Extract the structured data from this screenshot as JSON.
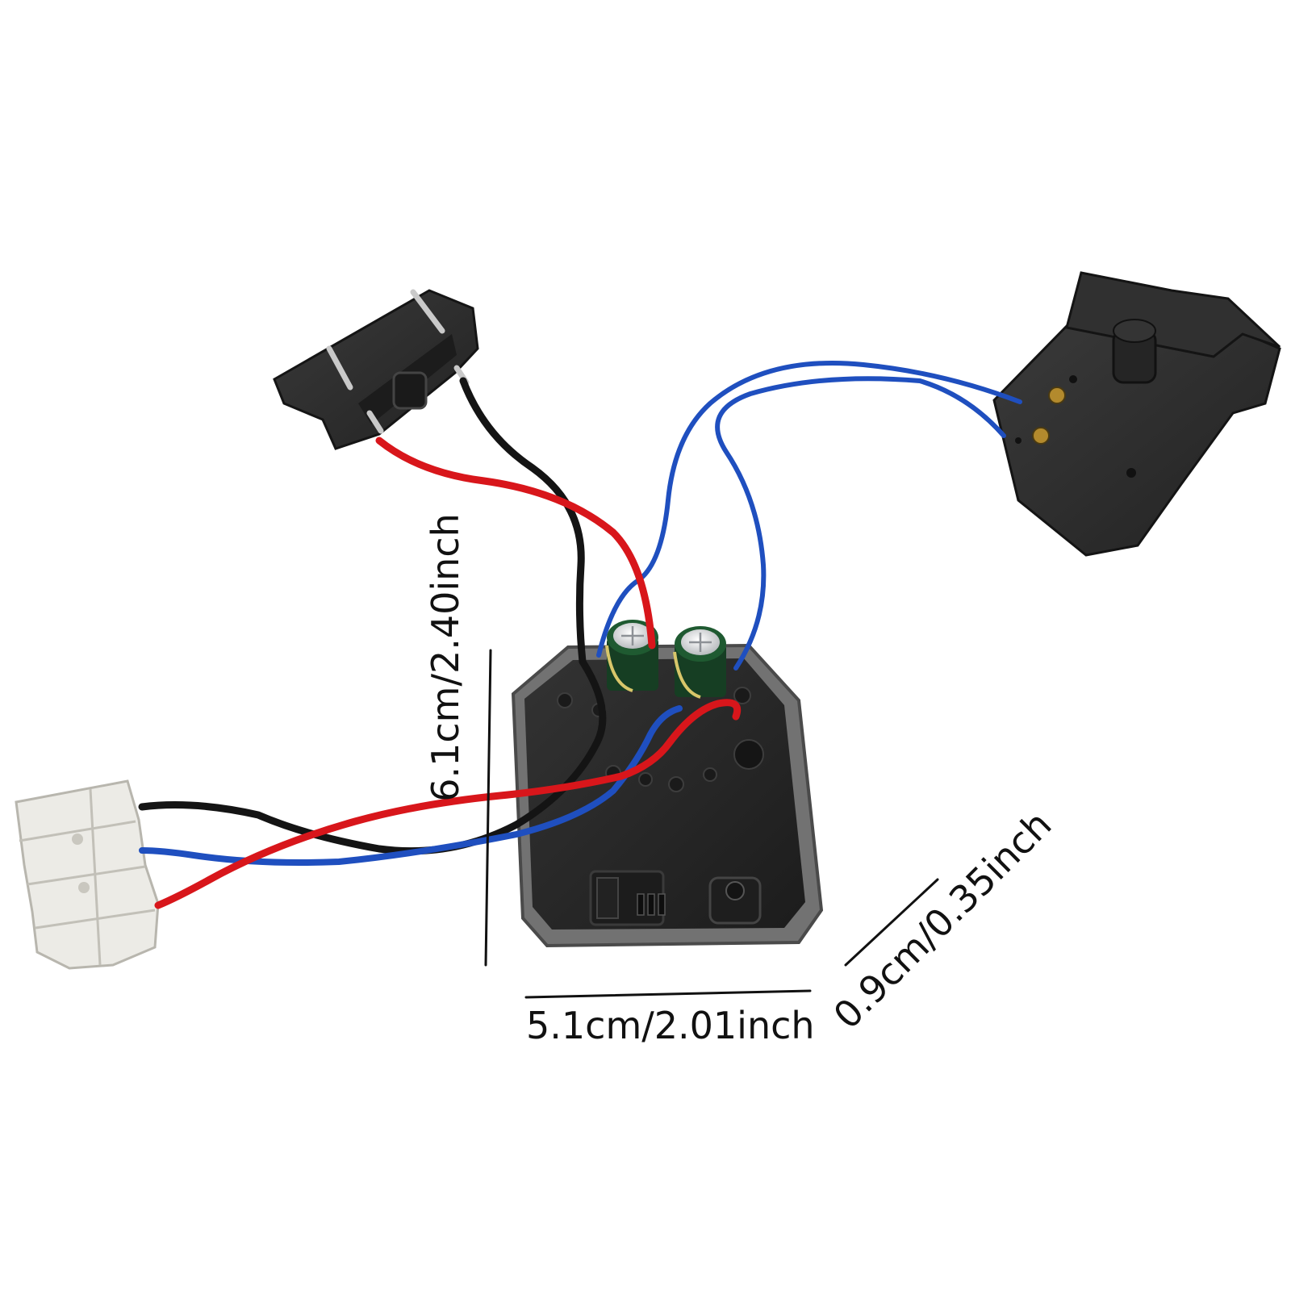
{
  "dimensions": {
    "width": "5.1cm/2.01inch",
    "height": "6.1cm/2.40inch",
    "thickness": "0.9cm/0.35inch"
  },
  "colors": {
    "background": "#ffffff",
    "board_frame": "#6e6e6e",
    "board_potting": "#262626",
    "plastic_black": "#2b2b2b",
    "terminal_white": "#ecebe6",
    "wire_red": "#d8161b",
    "wire_blue": "#1f4fbf",
    "wire_black": "#141414",
    "capacitor_green": "#1a4a2a",
    "dimension_line": "#111111"
  }
}
